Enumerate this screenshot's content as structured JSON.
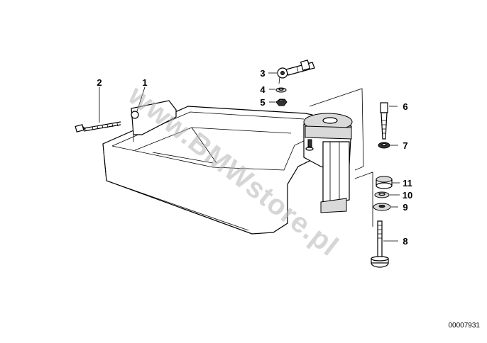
{
  "diagram": {
    "callouts": [
      {
        "id": "c1",
        "label": "1"
      },
      {
        "id": "c2",
        "label": "2"
      },
      {
        "id": "c3",
        "label": "3"
      },
      {
        "id": "c4",
        "label": "4"
      },
      {
        "id": "c5",
        "label": "5"
      },
      {
        "id": "c6",
        "label": "6"
      },
      {
        "id": "c7",
        "label": "7"
      },
      {
        "id": "c8",
        "label": "8"
      },
      {
        "id": "c9",
        "label": "9"
      },
      {
        "id": "c10",
        "label": "10"
      },
      {
        "id": "c11",
        "label": "11"
      }
    ],
    "watermark": "www.BMWstore.pl",
    "document_number": "00007931"
  }
}
